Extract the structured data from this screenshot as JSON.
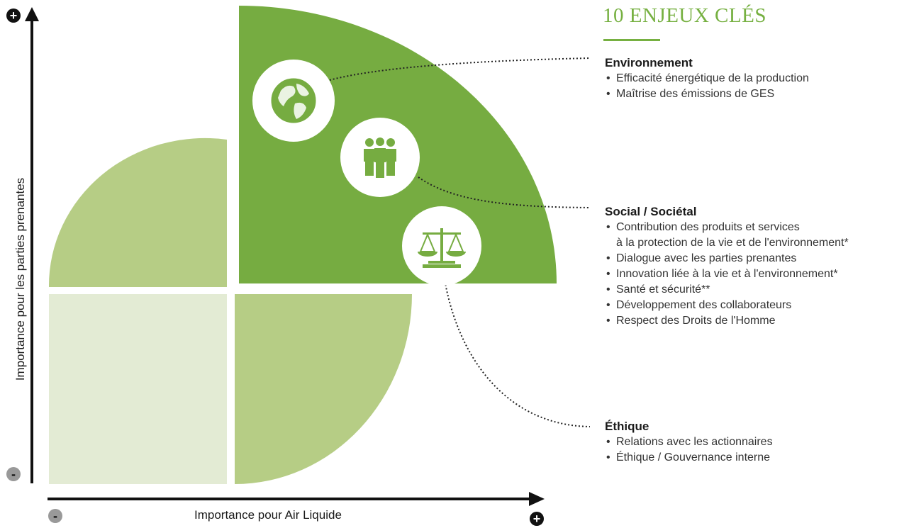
{
  "axes": {
    "y_label": "Importance pour les parties prenantes",
    "x_label": "Importance pour Air Liquide",
    "y_max_symbol": "+",
    "y_min_symbol": "-",
    "x_min_symbol": "-",
    "x_max_symbol": "+"
  },
  "panel": {
    "title": "10 ENJEUX CLÉS",
    "categories": [
      {
        "title": "Environnement",
        "icon": "globe-icon",
        "items": [
          "Efficacité énergétique de la production",
          "Maîtrise des émissions de GES"
        ]
      },
      {
        "title": "Social / Sociétal",
        "icon": "people-icon",
        "items": [
          "Contribution des produits et services",
          "à la protection de la vie et de l'environnement*",
          "Dialogue avec les parties prenantes",
          "Innovation liée à la vie et à l'environnement*",
          "Santé et sécurité**",
          "Développement des collaborateurs",
          "Respect des Droits de l'Homme"
        ]
      },
      {
        "title": "Éthique",
        "icon": "scales-icon",
        "items": [
          "Relations avec les actionnaires",
          "Éthique / Gouvernance interne"
        ]
      }
    ]
  },
  "colors": {
    "primary_green": "#76ac41",
    "medium_green": "#b6cd85",
    "light_green": "#e3ebd4",
    "title_green": "#76b041",
    "axis": "#111111",
    "minus_circle": "#999999"
  }
}
